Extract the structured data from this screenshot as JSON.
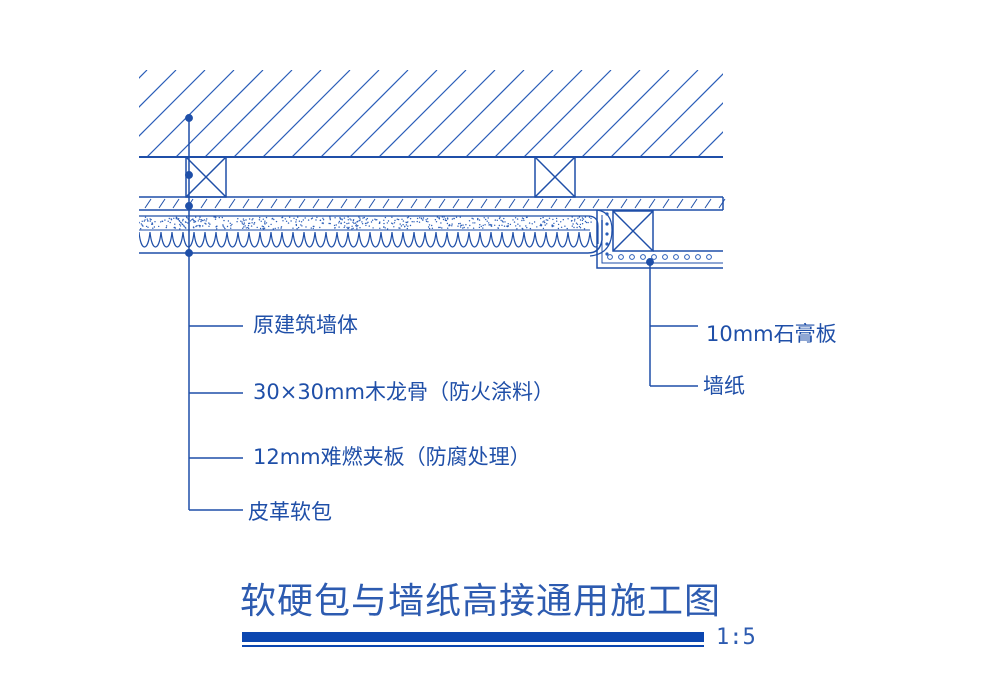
{
  "colors": {
    "line": "#1f4fa8",
    "hatch": "#2a5db8",
    "title_bar": "#0b46b0",
    "text": "#1f4fa8",
    "background": "#ffffff"
  },
  "labels_left": [
    "原建筑墙体",
    "30×30mm木龙骨（防火涂料）",
    "12mm难燃夹板（防腐处理）",
    "皮革软包"
  ],
  "labels_right": [
    "10mm石膏板",
    "墙纸"
  ],
  "title": "软硬包与墙纸高接通用施工图",
  "scale": "1:5"
}
